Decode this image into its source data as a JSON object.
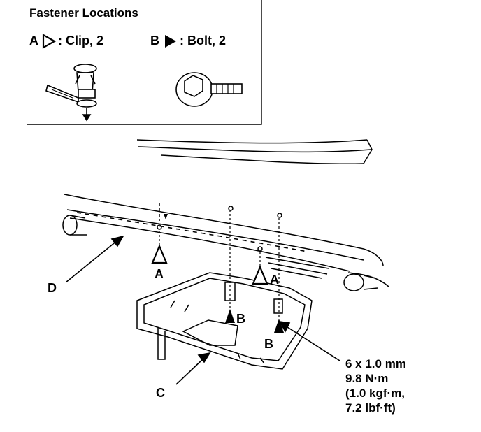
{
  "legend": {
    "title": "Fastener Locations",
    "clip": {
      "letter": "A",
      "text": ": Clip, 2"
    },
    "bolt": {
      "letter": "B",
      "text": ": Bolt, 2"
    }
  },
  "callouts": {
    "clip_letter": "A",
    "bolt_letter": "B",
    "bumper": "D",
    "under_cover": "C"
  },
  "torque_spec": {
    "line1": "6 x 1.0 mm",
    "line2": "9.8 N·m",
    "line3": "(1.0 kgf·m,",
    "line4": "7.2 lbf·ft)"
  }
}
